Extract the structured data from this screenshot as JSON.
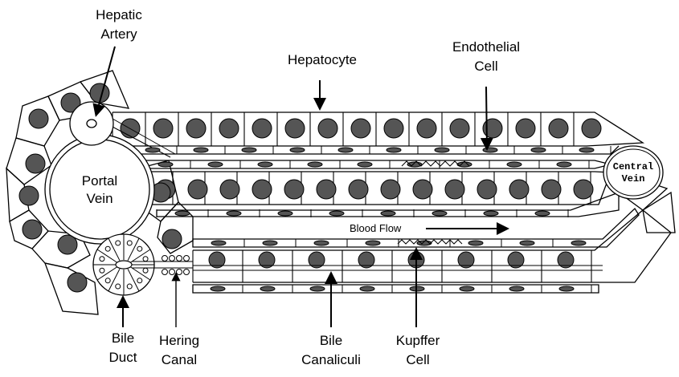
{
  "labels": {
    "hepatic_artery": [
      "Hepatic",
      "Artery"
    ],
    "hepatocyte": "Hepatocyte",
    "endothelial_cell": [
      "Endothelial",
      "Cell"
    ],
    "portal_vein": [
      "Portal",
      "Vein"
    ],
    "central_vein": [
      "Central",
      "Vein"
    ],
    "blood_flow": "Blood Flow",
    "bile_duct": [
      "Bile",
      "Duct"
    ],
    "hering_canal": [
      "Hering",
      "Canal"
    ],
    "bile_canaliculi": [
      "Bile",
      "Canaliculi"
    ],
    "kupffer_cell": [
      "Kupffer",
      "Cell"
    ]
  },
  "colors": {
    "nucleus": "#555555",
    "line": "#000000",
    "background": "#ffffff"
  }
}
